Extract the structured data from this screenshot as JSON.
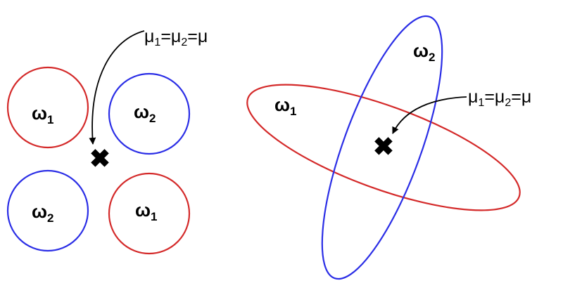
{
  "colors": {
    "class_a": "#d42a2a",
    "class_b": "#2b2ee6",
    "marker": "#000000"
  },
  "mean_label": {
    "mu": "μ",
    "sub1": "1",
    "sub2": "2"
  },
  "left_panel": {
    "clusters": [
      {
        "symbol": "ω",
        "sub": "1",
        "color_key": "class_a"
      },
      {
        "symbol": "ω",
        "sub": "2",
        "color_key": "class_b"
      },
      {
        "symbol": "ω",
        "sub": "2",
        "color_key": "class_b"
      },
      {
        "symbol": "ω",
        "sub": "1",
        "color_key": "class_a"
      }
    ],
    "mean_marker": "✖"
  },
  "right_panel": {
    "ellipses": [
      {
        "symbol": "ω",
        "sub": "1",
        "color_key": "class_a"
      },
      {
        "symbol": "ω",
        "sub": "2",
        "color_key": "class_b"
      }
    ],
    "mean_marker": "✖"
  }
}
